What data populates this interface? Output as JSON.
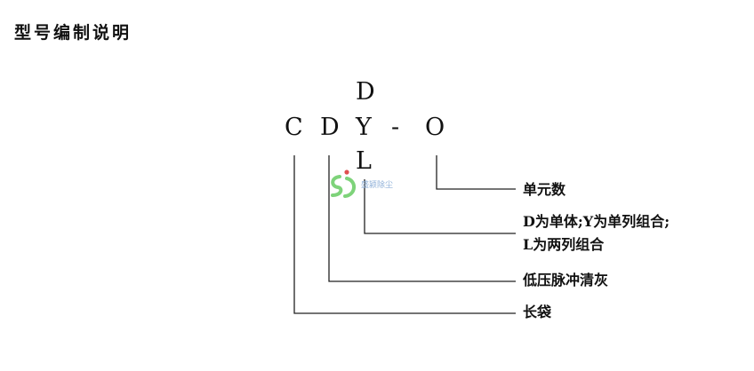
{
  "page_title": "型号编制说明",
  "code": {
    "c": "C",
    "d": "D",
    "y": "Y",
    "dash": "-",
    "o": "O",
    "top": "D",
    "bottom": "L"
  },
  "descriptions": {
    "units": "单元数",
    "type_line1": "D为单体;Y为单列组合;",
    "type_line2": "L为两列组合",
    "cleaning": "低压脉冲清灰",
    "bag": "长袋"
  },
  "watermark": {
    "text": "盛颍除尘"
  },
  "colors": {
    "text": "#111111",
    "line": "#222222",
    "logo_green": "#7ed37a",
    "logo_red": "#e05050",
    "logo_blue": "#8fb0d8"
  }
}
